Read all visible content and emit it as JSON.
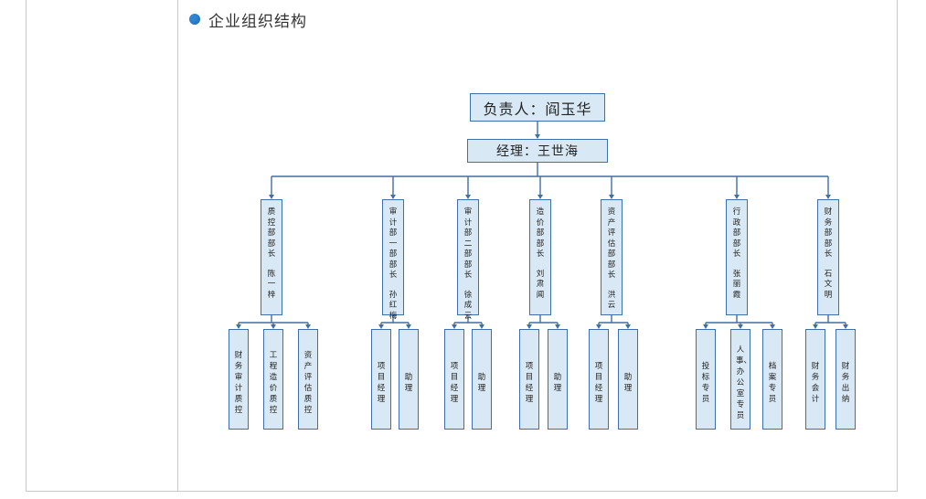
{
  "heading": "企业组织结构",
  "chart": {
    "top": "负责人：阎玉华",
    "manager": "经理：王世海",
    "departments": [
      {
        "title": "质控部部长",
        "name": "陈一梓",
        "subs": [
          "财务审计质控",
          "工程造价质控",
          "资产评估质控"
        ]
      },
      {
        "title": "审计部一部部长",
        "name": "孙红梅",
        "subs": [
          "项目经理",
          "助理"
        ]
      },
      {
        "title": "审计部二部部长",
        "name": "徐成云",
        "subs": [
          "项目经理",
          "助理"
        ]
      },
      {
        "title": "造价部部长",
        "name": "刘肃闻",
        "subs": [
          "项目经理",
          "助理"
        ]
      },
      {
        "title": "资产评估部部长",
        "name": "洪云",
        "subs": [
          "项目经理",
          "助理"
        ]
      },
      {
        "title": "行政部部长",
        "name": "张丽霞",
        "subs": [
          "投标专员",
          "人事、办公室专员",
          "档案专员"
        ]
      },
      {
        "title": "财务部部长",
        "name": "石文明",
        "subs": [
          "财务会计",
          "财务出纳"
        ]
      }
    ]
  }
}
